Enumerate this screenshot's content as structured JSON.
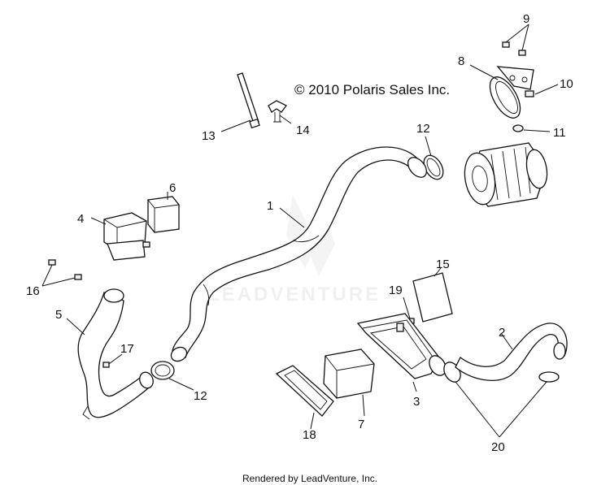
{
  "copyright": "© 2010 Polaris Sales Inc.",
  "footer": "Rendered by LeadVenture, Inc.",
  "watermark": "LEADVENTURE",
  "callouts": {
    "c1": "1",
    "c2": "2",
    "c3": "3",
    "c4": "4",
    "c5": "5",
    "c6": "6",
    "c7": "7",
    "c8": "8",
    "c9": "9",
    "c10": "10",
    "c11": "11",
    "c12a": "12",
    "c12b": "12",
    "c13": "13",
    "c14": "14",
    "c15": "15",
    "c16": "16",
    "c17": "17",
    "c18": "18",
    "c19": "19",
    "c20": "20"
  }
}
